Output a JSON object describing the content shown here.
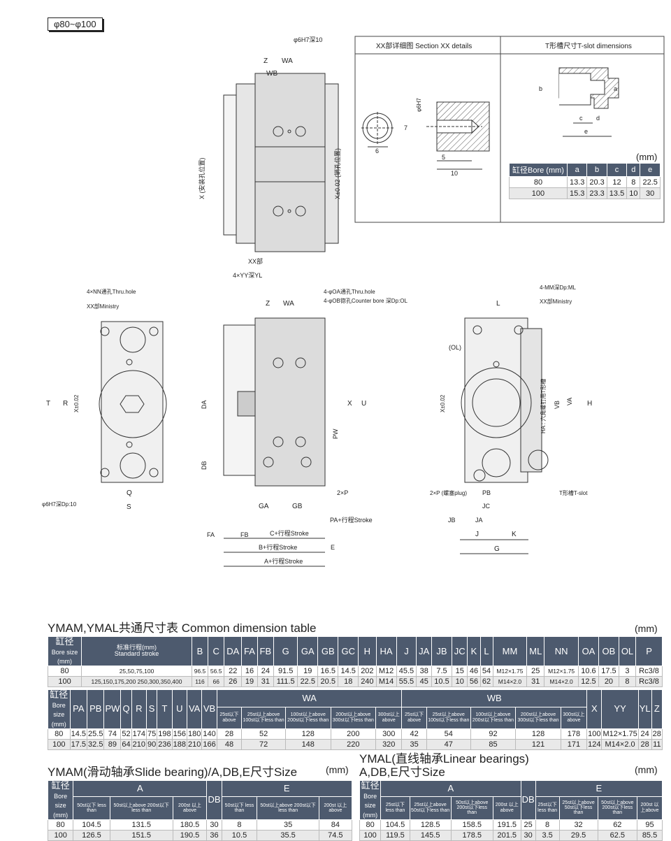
{
  "header": {
    "badge": "φ80~φ100"
  },
  "panels": {
    "section_xx_title": "XX部详细图 Section XX details",
    "tslot_title": "T形槽尺寸T-slot dimensions",
    "mm": "(mm)"
  },
  "tslot_table": {
    "headers": [
      "缸径Bore (mm)",
      "a",
      "b",
      "c",
      "d",
      "e"
    ],
    "rows": [
      [
        "80",
        "13.3",
        "20.3",
        "12",
        "8",
        "22.5"
      ],
      [
        "100",
        "15.3",
        "23.3",
        "13.5",
        "10",
        "30"
      ]
    ]
  },
  "drawing_labels": {
    "top_z": "Z",
    "top_wa": "WA",
    "top_wb": "WB",
    "top_hole": "φ6H7深10",
    "top_x_left": "X (安装孔位置)",
    "top_x_right": "X±0.02 (销孔位置)",
    "xx_part": "XX部",
    "yy": "4×YY深YL",
    "nn": "4×NN通孔Thru.hole",
    "xx_ministry": "XX部Ministry",
    "oa": "4-φOA通孔Thru.hole",
    "ob": "4-φOB锪孔Counter bore 深Dp:OL",
    "mm_label": "4-MM深Dp:ML",
    "xx_ministry2": "XX部Ministry",
    "t": "T",
    "r": "R",
    "x02": "X±0.02",
    "q": "Q",
    "s": "S",
    "dp10": "φ6H7深Dp:10",
    "da": "DA",
    "db": "DB",
    "pw": "PW",
    "x": "X",
    "u": "U",
    "ga": "GA",
    "gb": "GB",
    "p2": "2×P",
    "pa": "PA+行程Stroke",
    "fa": "FA",
    "fb": "FB",
    "c_stroke": "C+行程Stroke",
    "b_stroke": "B+行程Stroke",
    "a_stroke": "A+行程Stroke",
    "e": "E",
    "l": "L",
    "ol": "(OL)",
    "h": "H",
    "va": "VA",
    "vb": "VB",
    "ha": "HA : 六角螺钉用T形槽",
    "p2plug": "2×P (螺塞plug)",
    "pb": "PB",
    "jc": "JC",
    "jb": "JB",
    "ja": "JA",
    "j": "J",
    "k": "K",
    "g": "G",
    "tslot": "T形槽T-slot",
    "d6h7": "φ6H7",
    "d7": "7",
    "d6": "6",
    "d5": "5",
    "d10": "10",
    "ta": "a",
    "tb": "b",
    "tc": "c",
    "td": "d",
    "te": "e"
  },
  "common_table": {
    "title": "YMAM,YMAL共通尺寸表 Common dimension table",
    "unit": "(mm)",
    "head1": [
      "缸径",
      "Bore size",
      "(mm)",
      "标准行程(mm)",
      "Standard stroke",
      "B",
      "C",
      "DA",
      "FA",
      "FB",
      "G",
      "GA",
      "GB",
      "GC",
      "H",
      "HA",
      "J",
      "JA",
      "JB",
      "JC",
      "K",
      "L",
      "MM",
      "ML",
      "NN",
      "OA",
      "OB",
      "OL",
      "P"
    ],
    "rows1": [
      [
        "80",
        "25,50,75,100",
        "96.5",
        "56.5",
        "22",
        "16",
        "24",
        "91.5",
        "19",
        "16.5",
        "14.5",
        "202",
        "M12",
        "45.5",
        "38",
        "7.5",
        "15",
        "46",
        "54",
        "M12×1.75",
        "25",
        "M12×1.75",
        "10.6",
        "17.5",
        "3",
        "Rc3/8"
      ],
      [
        "100",
        "125,150,175,200 250,300,350,400",
        "116",
        "66",
        "26",
        "19",
        "31",
        "111.5",
        "22.5",
        "20.5",
        "18",
        "240",
        "M14",
        "55.5",
        "45",
        "10.5",
        "10",
        "56",
        "62",
        "M14×2.0",
        "31",
        "M14×2.0",
        "12.5",
        "20",
        "8",
        "Rc3/8"
      ]
    ],
    "head2": [
      "缸径",
      "Bore size",
      "(mm)",
      "PA",
      "PB",
      "PW",
      "Q",
      "R",
      "S",
      "T",
      "U",
      "VA",
      "VB",
      "WA",
      "WB",
      "X",
      "YY",
      "YL",
      "Z"
    ],
    "wcols": [
      "25st以下 above",
      "25st以上above 100st以下less than",
      "100st以上above 200st以下less than",
      "200st以上above 300st以下less than",
      "300st以上 above"
    ],
    "rows2": [
      [
        "80",
        "14.5",
        "25.5",
        "74",
        "52",
        "174",
        "75",
        "198",
        "156",
        "180",
        "140",
        "28",
        "52",
        "128",
        "200",
        "300",
        "42",
        "54",
        "92",
        "128",
        "178",
        "100",
        "M12×1.75",
        "24",
        "28"
      ],
      [
        "100",
        "17.5",
        "32.5",
        "89",
        "64",
        "210",
        "90",
        "236",
        "188",
        "210",
        "166",
        "48",
        "72",
        "148",
        "220",
        "320",
        "35",
        "47",
        "85",
        "121",
        "171",
        "124",
        "M14×2.0",
        "28",
        "11"
      ]
    ]
  },
  "ymam_table": {
    "title": "YMAM(滑动轴承Slide bearing)/A,DB,E尺寸Size",
    "unit": "(mm)",
    "head": [
      "缸径",
      "Bore size",
      "(mm)",
      "A",
      "DB",
      "E"
    ],
    "sub": [
      "50st以下 less than",
      "50st以上above 200st以下less than",
      "200st 以上above",
      "50st以下 less than",
      "50st以上above 200st以下less than",
      "200st 以上above"
    ],
    "rows": [
      [
        "80",
        "104.5",
        "131.5",
        "180.5",
        "30",
        "8",
        "35",
        "84"
      ],
      [
        "100",
        "126.5",
        "151.5",
        "190.5",
        "36",
        "10.5",
        "35.5",
        "74.5"
      ]
    ]
  },
  "ymal_table": {
    "title1": "YMAL(直线轴承Linear bearings)",
    "title2": "A,DB,E尺寸Size",
    "unit": "(mm)",
    "head": [
      "缸径",
      "Bore size",
      "(mm)",
      "A",
      "DB",
      "E"
    ],
    "sub": [
      "25st以下 less than",
      "25st以上above 50st以下less than",
      "50st以上above 200st以下less than",
      "200st 以上above",
      "25st以下 less than",
      "25st以上above 50st以下less than",
      "50st以上above 200st以下less than",
      "200st 以上above"
    ],
    "rows": [
      [
        "80",
        "104.5",
        "128.5",
        "158.5",
        "191.5",
        "25",
        "8",
        "32",
        "62",
        "95"
      ],
      [
        "100",
        "119.5",
        "145.5",
        "178.5",
        "201.5",
        "30",
        "3.5",
        "29.5",
        "62.5",
        "85.5"
      ]
    ]
  }
}
